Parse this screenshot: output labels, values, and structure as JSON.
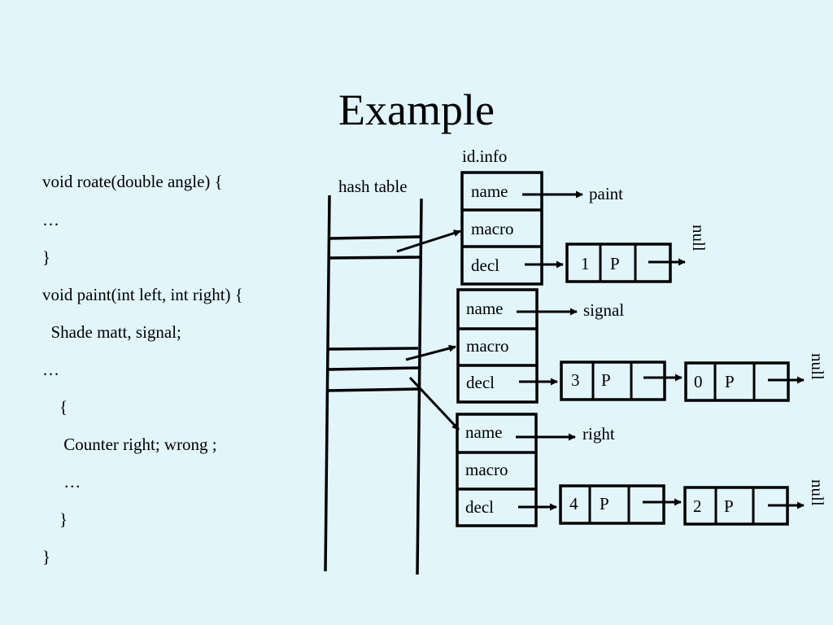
{
  "title": "Example",
  "code_lines": [
    "void roate(double angle) {",
    "…",
    "}",
    "void paint(int left, int right) {",
    "  Shade matt, signal;",
    "…",
    "    {",
    "     Counter right; wrong ;",
    "     …",
    "    }",
    "}"
  ],
  "diagram": {
    "idinfo_label": "id.info",
    "hashtable_label": "hash table",
    "record_fields": [
      "name",
      "macro",
      "decl"
    ],
    "names": [
      "paint",
      "signal",
      "right"
    ],
    "p_label": "P",
    "null_label": "null",
    "decl_lists": [
      [
        "1"
      ],
      [
        "3",
        "0"
      ],
      [
        "4",
        "2"
      ]
    ]
  }
}
